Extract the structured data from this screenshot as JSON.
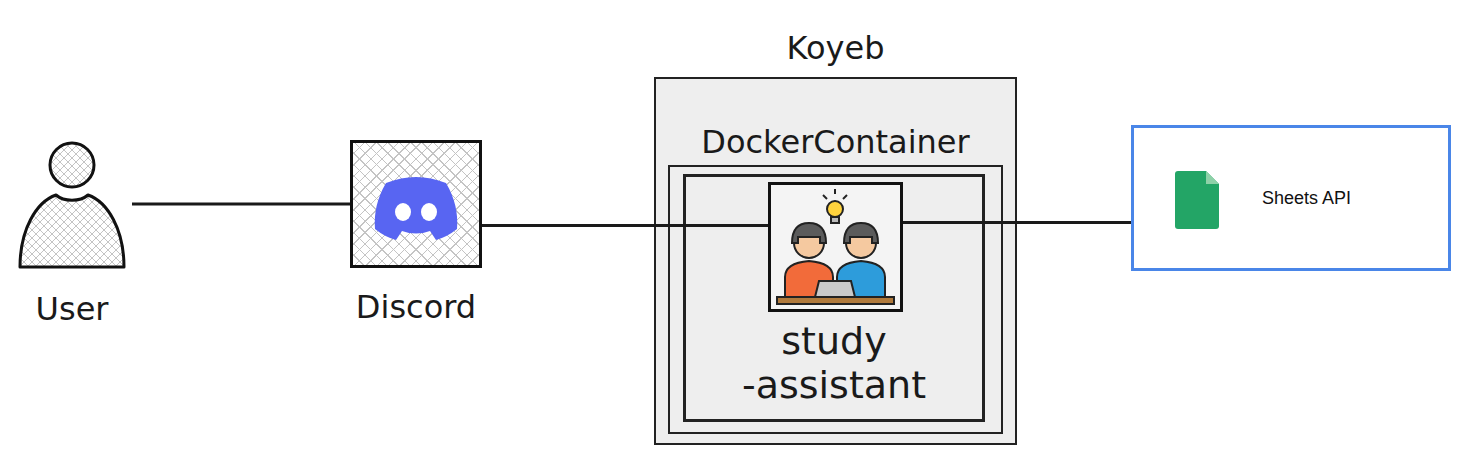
{
  "diagram": {
    "nodes": [
      {
        "text": [
          "User"
        ]
      },
      {
        "text": [
          "Discord"
        ]
      },
      {
        "text": [
          "Koyeb"
        ]
      },
      {
        "text": [
          "Docker Container"
        ],
        "in": 2
      },
      {
        "text": [
          "study -assistant"
        ],
        "in": 3
      },
      {
        "text": [
          "Sheets API"
        ]
      }
    ],
    "edges": [
      {
        "from": 0,
        "to": 1,
        "arrow": "none"
      },
      {
        "from": 1,
        "to": 4,
        "arrow": "none"
      },
      {
        "from": 4,
        "to": 5,
        "arrow": "none"
      }
    ]
  }
}
